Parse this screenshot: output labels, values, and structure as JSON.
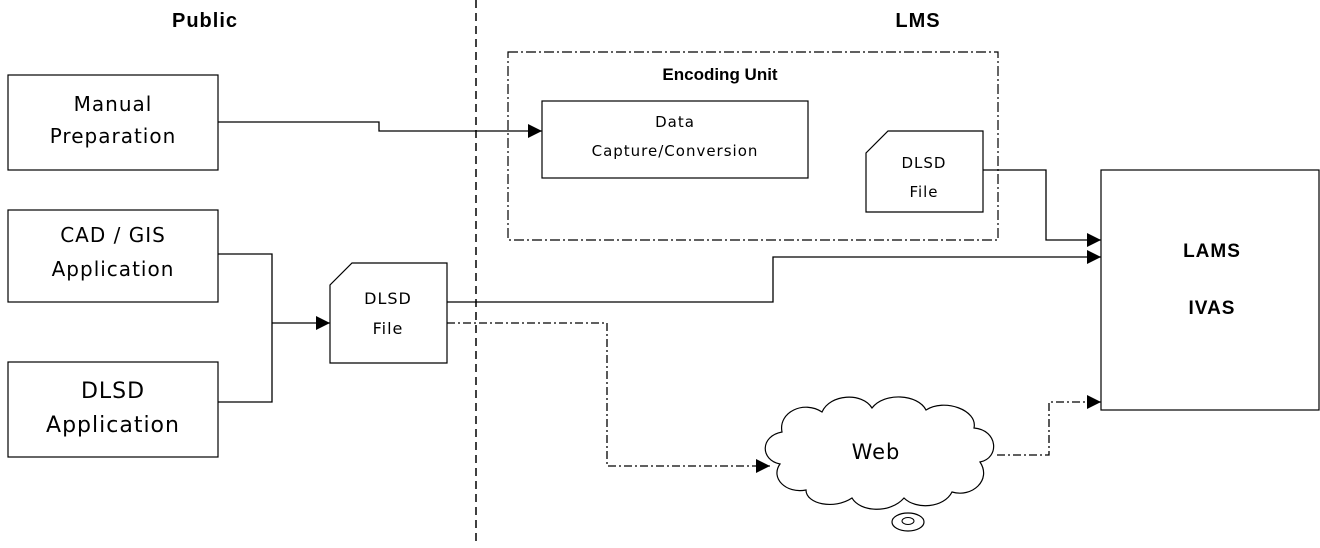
{
  "regions": {
    "public_label": "Public",
    "lms_label": "LMS",
    "encoding_unit_label": "Encoding Unit"
  },
  "nodes": {
    "manual_preparation": [
      "Manual",
      "Preparation"
    ],
    "cad_gis_application": [
      "CAD / GIS",
      "Application"
    ],
    "dlsd_application": [
      "DLSD",
      "Application"
    ],
    "dlsd_file_public": [
      "DLSD",
      "File"
    ],
    "data_capture_conversion": [
      "Data",
      "Capture/Conversion"
    ],
    "dlsd_file_encoding": [
      "DLSD",
      "File"
    ],
    "lams_ivas": [
      "LAMS",
      "IVAS"
    ],
    "web": "Web"
  }
}
